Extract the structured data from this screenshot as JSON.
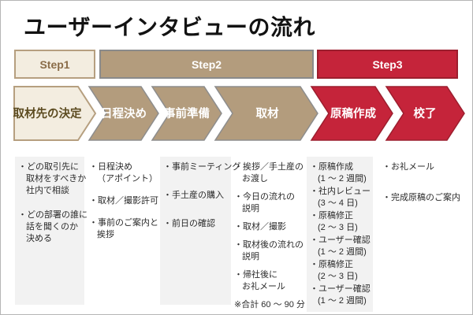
{
  "title": "ユーザーインタビューの流れ",
  "steps": [
    {
      "label": "Step1"
    },
    {
      "label": "Step2"
    },
    {
      "label": "Step3"
    }
  ],
  "phases": [
    {
      "label": "取材先の決定",
      "items": [
        "・どの取引先に\n取材をすべきか\n社内で相談",
        "・どの部署の誰に\n話を聞くのか\n決める"
      ]
    },
    {
      "label": "日程決め",
      "items": [
        "・日程決め\n（アポイント）",
        "・取材／撮影許可",
        "・事前のご案内と\n挨拶"
      ]
    },
    {
      "label": "事前準備",
      "items": [
        "・事前ミーティング",
        "・手土産の購入",
        "・前日の確認"
      ]
    },
    {
      "label": "取材",
      "items": [
        "・挨拶／手土産の\nお渡し",
        "・今日の流れの\n説明",
        "・取材／撮影",
        "・取材後の流れの\n説明",
        "・帰社後に\nお礼メール"
      ],
      "note": "※合計 60 ～ 90 分"
    },
    {
      "label": "原稿作成",
      "items": [
        "・原稿作成\n(1 ～ 2 週間)",
        "・社内レビュー\n(3 ～ 4 日)",
        "・原稿修正\n(2 ～ 3 日)",
        "・ユーザー確認\n(1 ～ 2 週間)",
        "・原稿修正\n(2 ～ 3 日)",
        "・ユーザー確認\n(1 ～ 2 週間)"
      ]
    },
    {
      "label": "校了",
      "items": [
        "・お礼メール",
        "・完成原稿のご案内"
      ]
    }
  ],
  "colors": {
    "step1_fill": "#f3ede0",
    "step1_border": "#b69f7f",
    "step2_fill": "#b39c7d",
    "step3_fill": "#c5243a",
    "step3_border": "#9c1e2e",
    "column_bg": "#f2f2f2"
  }
}
